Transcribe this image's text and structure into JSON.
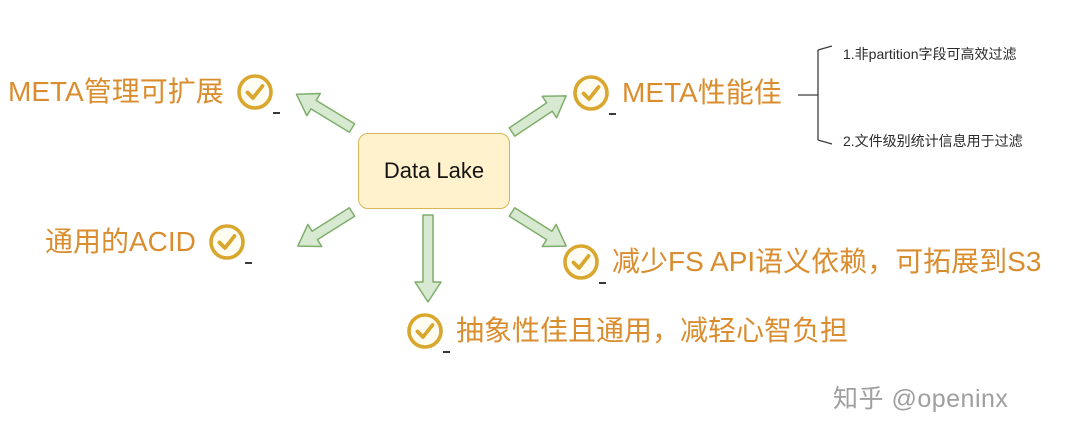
{
  "colors": {
    "center_fill": "#FFF2CC",
    "center_border": "#D6B656",
    "label_orange": "#DA8D2E",
    "arrow_fill": "#D7E9D0",
    "arrow_stroke": "#7FAE6B",
    "badge_gold": "#D9A62E",
    "detail_text": "#2B2B2B",
    "watermark_gray": "#9F9F9F"
  },
  "diagram": {
    "center": {
      "label": "Data Lake"
    },
    "nodes": {
      "meta_scalable": {
        "label": "META管理可扩展"
      },
      "meta_performance": {
        "label": "META性能佳"
      },
      "generic_acid": {
        "label": "通用的ACID"
      },
      "fs_api": {
        "label": "减少FS API语义依赖，可拓展到S3"
      },
      "abstraction": {
        "label": "抽象性佳且通用，减轻心智负担"
      }
    },
    "details": {
      "item1": "1.非partition字段可高效过滤",
      "item2": "2.文件级别统计信息用于过滤"
    },
    "watermark": "知乎 @openinx"
  }
}
